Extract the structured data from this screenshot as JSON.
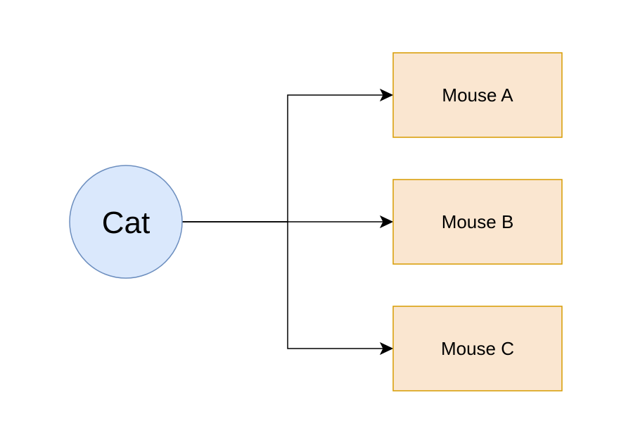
{
  "diagram": {
    "source": {
      "label": "Cat",
      "shape": "circle",
      "fill": "#dae8fc",
      "stroke": "#6c8ebf"
    },
    "targets": [
      {
        "label": "Mouse A",
        "shape": "rectangle",
        "fill": "#fae6d0",
        "stroke": "#d79b00"
      },
      {
        "label": "Mouse B",
        "shape": "rectangle",
        "fill": "#fae6d0",
        "stroke": "#d79b00"
      },
      {
        "label": "Mouse C",
        "shape": "rectangle",
        "fill": "#fae6d0",
        "stroke": "#d79b00"
      }
    ],
    "edges": [
      {
        "from": "Cat",
        "to": "Mouse A",
        "arrow": "end"
      },
      {
        "from": "Cat",
        "to": "Mouse B",
        "arrow": "end"
      },
      {
        "from": "Cat",
        "to": "Mouse C",
        "arrow": "end"
      }
    ],
    "edge_color": "#000000"
  }
}
